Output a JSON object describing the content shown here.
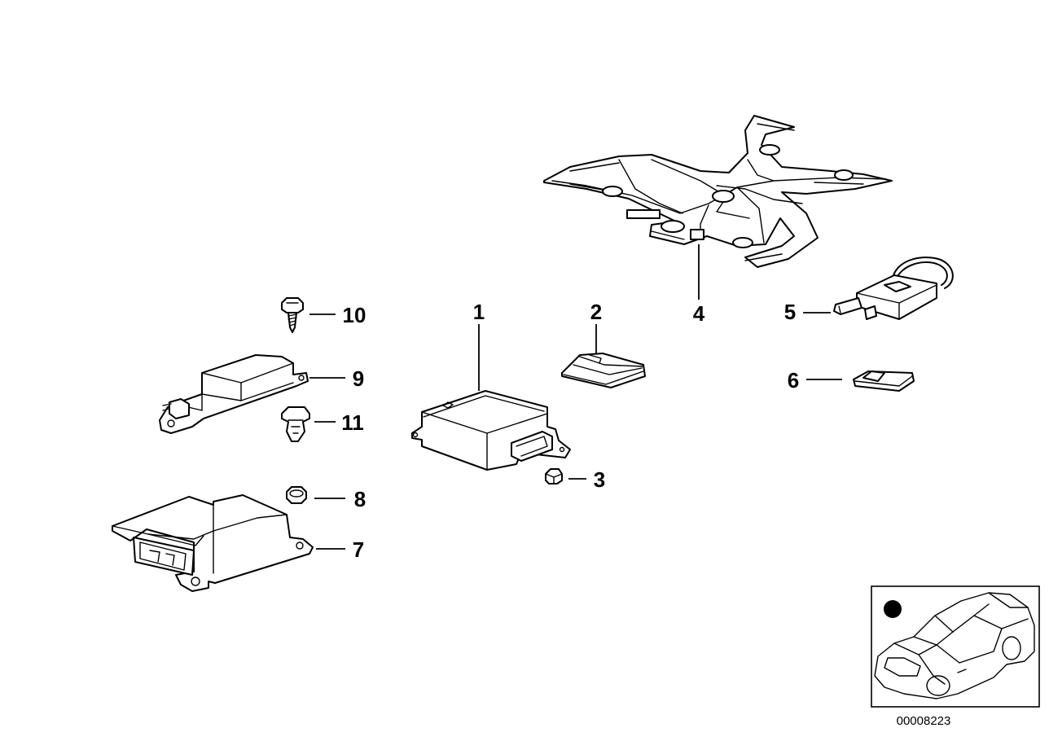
{
  "callouts": {
    "c1": "1",
    "c2": "2",
    "c3": "3",
    "c4": "4",
    "c5": "5",
    "c6": "6",
    "c7": "7",
    "c8": "8",
    "c9": "9",
    "c10": "10",
    "c11": "11"
  },
  "diagram_number": "00008223",
  "colors": {
    "line": "#000000",
    "background": "#ffffff"
  }
}
